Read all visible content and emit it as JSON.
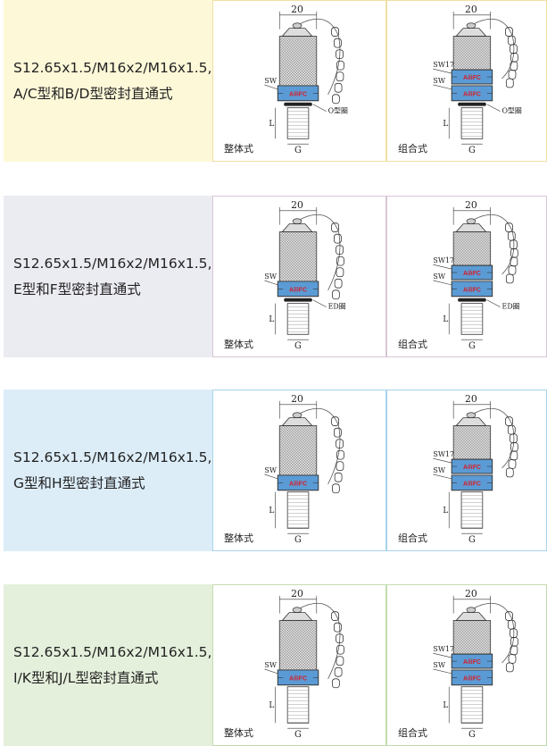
{
  "colors": {
    "body_blue": "#5b9bd5",
    "brand_red": "#d4202a"
  },
  "sections": [
    {
      "line1": "S12.65x1.5/M16x2/M16x1.5,",
      "line2": "A/C型和B/D型密封直通式",
      "bg": "#fdf8d8",
      "border": "#f1dfa5",
      "left": {
        "caption": "整体式",
        "width_label": "20",
        "sw": "SW",
        "thread": "G",
        "l": "L",
        "seal": "O型圈",
        "brand": "AiliFC"
      },
      "right": {
        "caption": "组合式",
        "width_label": "20",
        "sw17": "SW17",
        "sw": "SW",
        "thread": "G",
        "l": "L",
        "seal": "O型圈",
        "brand": "AiliFC"
      }
    },
    {
      "line1": "S12.65x1.5/M16x2/M16x1.5,",
      "line2": "E型和F型密封直通式",
      "bg": "#ebebf2",
      "border": "#d7c6d6",
      "left": {
        "caption": "整体式",
        "width_label": "20",
        "sw": "SW",
        "thread": "G",
        "l": "L",
        "seal": "ED圈",
        "brand": "AiliFC"
      },
      "right": {
        "caption": "组合式",
        "width_label": "20",
        "sw17": "SW17",
        "sw": "SW",
        "thread": "G",
        "l": "L",
        "seal": "ED圈",
        "brand": "AiliFC"
      }
    },
    {
      "line1": "S12.65x1.5/M16x2/M16x1.5,",
      "line2": "G型和H型密封直通式",
      "bg": "#dcedf8",
      "border": "#a8d2ec",
      "left": {
        "caption": "整体式",
        "width_label": "20",
        "sw": "SW",
        "thread": "G",
        "l": "L",
        "brand": "AiliFC"
      },
      "right": {
        "caption": "组合式",
        "width_label": "20",
        "sw17": "SW17",
        "sw": "SW",
        "thread": "G",
        "l": "L",
        "brand": "AiliFC"
      }
    },
    {
      "line1": "S12.65x1.5/M16x2/M16x1.5,",
      "line2": "I/K型和J/L型密封直通式",
      "bg": "#e5f0dc",
      "border": "#c3dcaf",
      "left": {
        "caption": "整体式",
        "width_label": "20",
        "sw": "SW",
        "thread": "G",
        "l": "L",
        "brand": "AiliFC"
      },
      "right": {
        "caption": "组合式",
        "width_label": "20",
        "sw17": "SW17",
        "sw": "SW",
        "thread": "G",
        "l": "L",
        "brand": "AiliFC"
      }
    }
  ]
}
